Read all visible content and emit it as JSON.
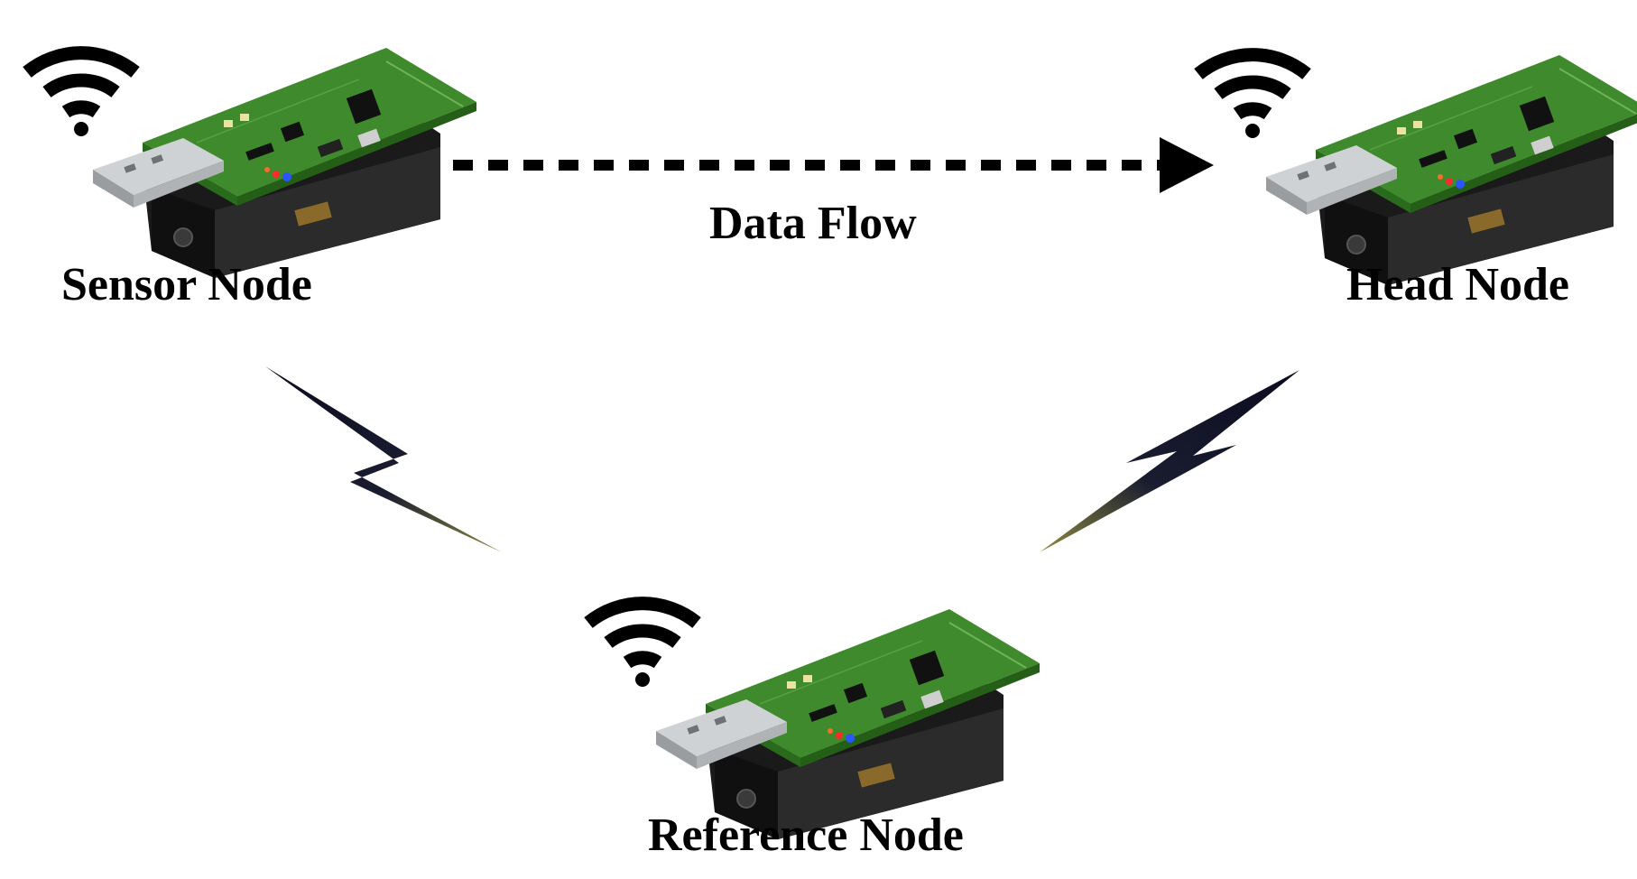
{
  "nodes": {
    "sensor": {
      "label": "Sensor Node"
    },
    "head": {
      "label": "Head Node"
    },
    "reference": {
      "label": "Reference Node"
    }
  },
  "edges": {
    "data_flow": {
      "label": "Data Flow",
      "style": "dashed-arrow",
      "from": "sensor",
      "to": "head"
    },
    "wireless_links": [
      {
        "from": "sensor",
        "to": "reference",
        "style": "lightning"
      },
      {
        "from": "head",
        "to": "reference",
        "style": "lightning"
      }
    ]
  },
  "icons": {
    "signal": "wifi-signal-icon",
    "device": "sensor-mote-board-icon"
  },
  "colors": {
    "text": "#000000",
    "pcb": "#3f8a2c",
    "battery_pack": "#1a1a1a",
    "usb": "#b9bcbf",
    "led_red": "#ff2a2a",
    "led_blue": "#2a55ff"
  }
}
